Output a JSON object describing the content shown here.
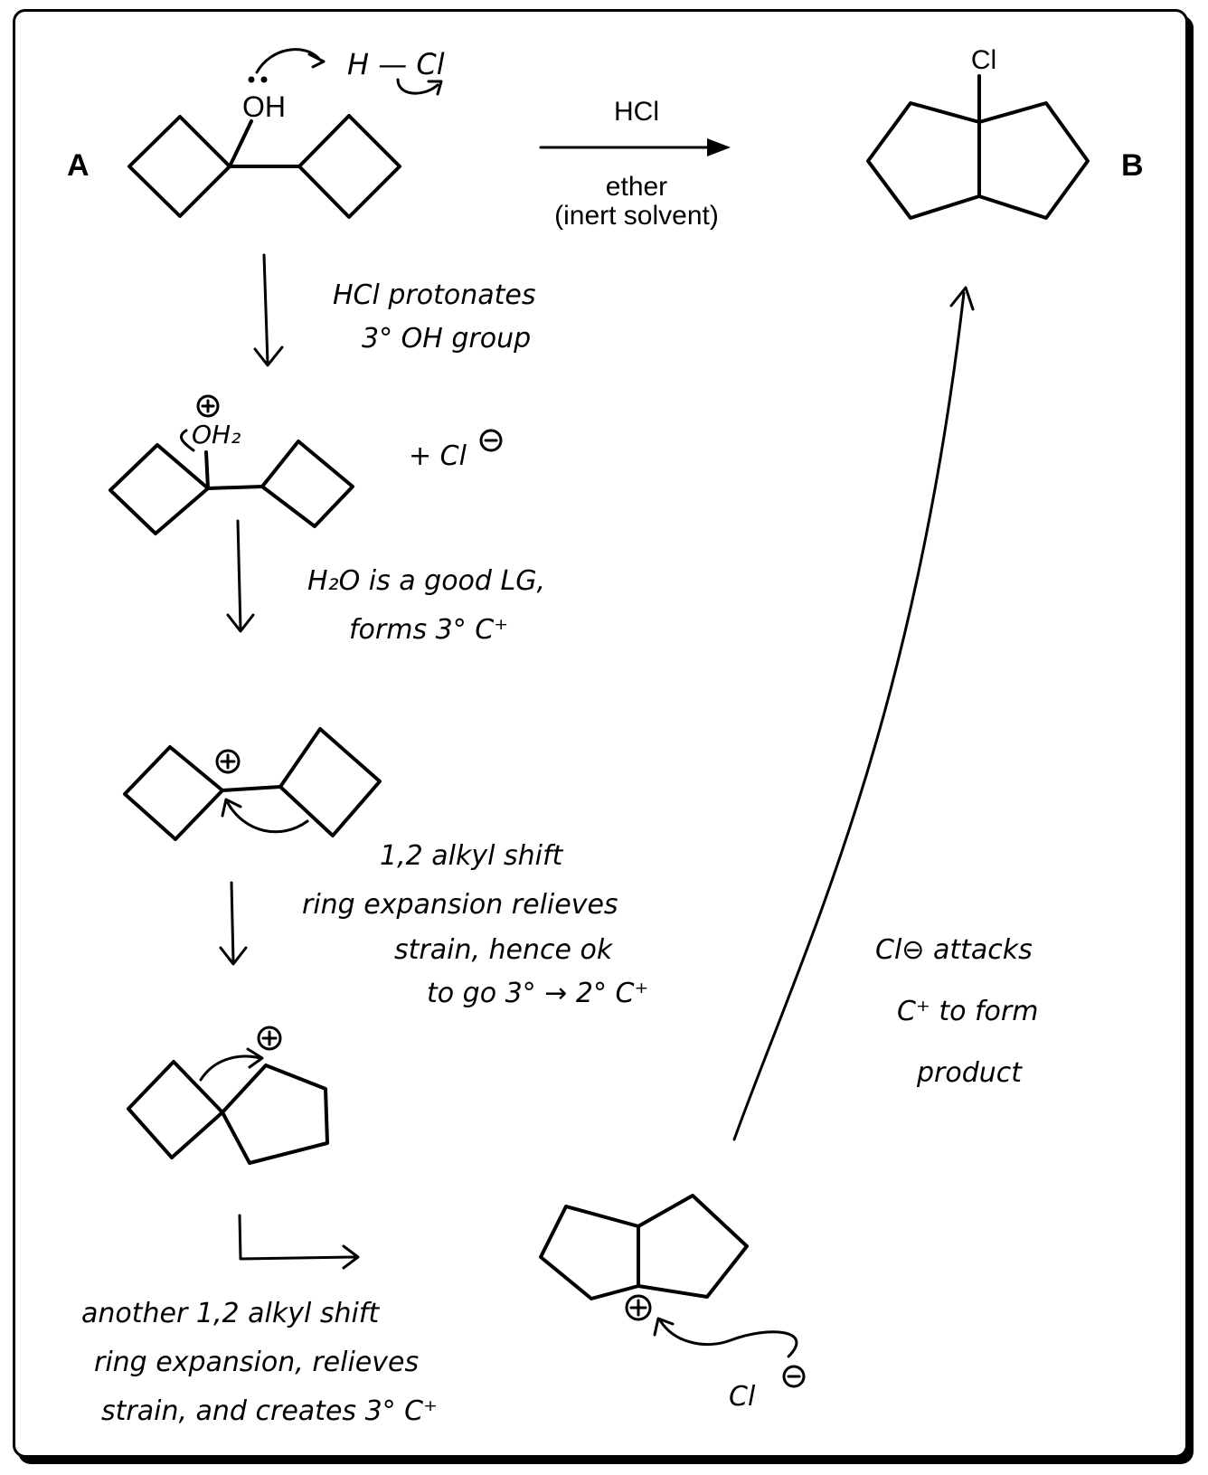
{
  "labels": {
    "compound_a": "A",
    "compound_b": "B",
    "reagent_top": "HCl",
    "solvent_line1": "ether",
    "solvent_line2": "(inert solvent)",
    "oh": "OH",
    "h_cl": "H — Cl",
    "cl_top": "Cl",
    "oh2": "OH₂",
    "plus_cl_minus": "+ Cl",
    "cl_minus_bottom": "Cl"
  },
  "annotations": {
    "step1_line1": "HCl protonates",
    "step1_line2": "3° OH group",
    "step2_line1": "H₂O is a good LG,",
    "step2_line2": "forms 3° C⁺",
    "step3_line1": "1,2 alkyl shift",
    "step3_line2": "ring expansion relieves",
    "step3_line3": "strain, hence ok",
    "step3_line4": "to go 3° → 2° C⁺",
    "step4_line1": "another 1,2 alkyl shift",
    "step4_line2": "ring expansion, relieves",
    "step4_line3": "strain, and creates 3° C⁺",
    "step5_line1": "Cl⊖ attacks",
    "step5_line2": "C⁺ to form",
    "step5_line3": "product"
  }
}
